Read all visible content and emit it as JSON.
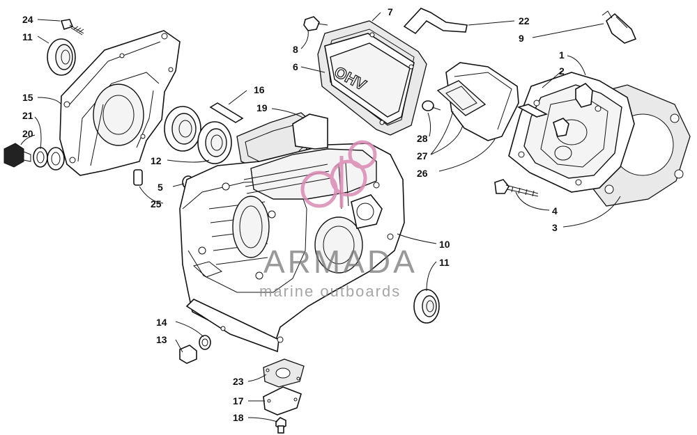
{
  "diagram": {
    "callouts": [
      {
        "id": "p24",
        "text": "24"
      },
      {
        "id": "p11a",
        "text": "11"
      },
      {
        "id": "p15",
        "text": "15"
      },
      {
        "id": "p21",
        "text": "21"
      },
      {
        "id": "p20",
        "text": "20"
      },
      {
        "id": "p16",
        "text": "16"
      },
      {
        "id": "p19",
        "text": "19"
      },
      {
        "id": "p12",
        "text": "12"
      },
      {
        "id": "p5",
        "text": "5"
      },
      {
        "id": "p25",
        "text": "25"
      },
      {
        "id": "p7",
        "text": "7"
      },
      {
        "id": "p8",
        "text": "8"
      },
      {
        "id": "p6",
        "text": "6"
      },
      {
        "id": "p22",
        "text": "22"
      },
      {
        "id": "p9",
        "text": "9"
      },
      {
        "id": "p1",
        "text": "1"
      },
      {
        "id": "p2",
        "text": "2"
      },
      {
        "id": "p28",
        "text": "28"
      },
      {
        "id": "p27",
        "text": "27"
      },
      {
        "id": "p26",
        "text": "26"
      },
      {
        "id": "p4",
        "text": "4"
      },
      {
        "id": "p3",
        "text": "3"
      },
      {
        "id": "p10",
        "text": "10"
      },
      {
        "id": "p11b",
        "text": "11"
      },
      {
        "id": "p14",
        "text": "14"
      },
      {
        "id": "p13",
        "text": "13"
      },
      {
        "id": "p23",
        "text": "23"
      },
      {
        "id": "p17",
        "text": "17"
      },
      {
        "id": "p18",
        "text": "18"
      }
    ],
    "valve_cover_text": "OHV",
    "watermark": {
      "title": "ARMADA",
      "subtitle": "marine outboards",
      "logo_color": "#d98bb4"
    }
  }
}
